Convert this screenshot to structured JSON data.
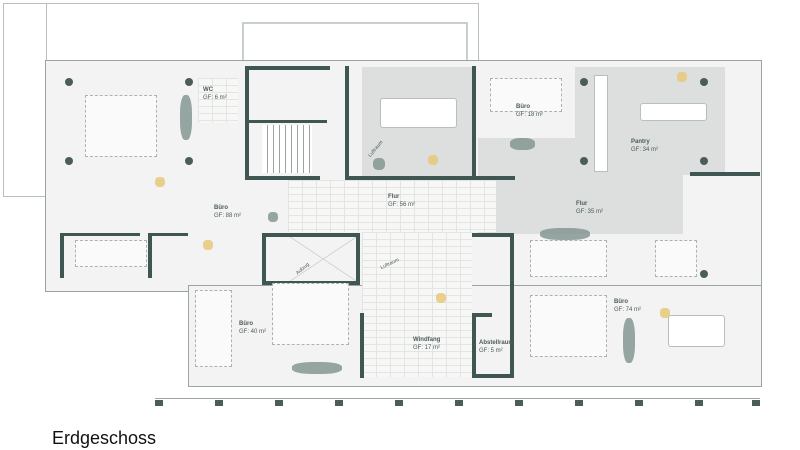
{
  "title": "Erdgeschoss",
  "rooms": {
    "wc": {
      "name": "WC",
      "area": "GF: 6 m²"
    },
    "buero_nw": {
      "name": "Büro",
      "area": "GF: 88 m²"
    },
    "buero_n": {
      "name": "Büro",
      "area": "GF: 18 m²"
    },
    "pantry": {
      "name": "Pantry",
      "area": "GF: 34 m²"
    },
    "flur_1": {
      "name": "Flur",
      "area": "GF: 56 m²"
    },
    "flur_2": {
      "name": "Flur",
      "area": "GF: 35 m²"
    },
    "buero_sw": {
      "name": "Büro",
      "area": "GF: 40 m²"
    },
    "windfang": {
      "name": "Windfang",
      "area": "GF: 17 m²"
    },
    "abstellraum": {
      "name": "Abstellraum",
      "area": "GF: 5 m²"
    },
    "buero_se": {
      "name": "Büro",
      "area": "GF: 74 m²"
    }
  },
  "annotations": {
    "aufzug": "Aufzug",
    "luftraum_1": "Luftraum",
    "luftraum_2": "Luftraum"
  },
  "colors": {
    "wall": "#3f5653",
    "floor_grey": "#dcdfde",
    "accent": "#e8c87a"
  }
}
